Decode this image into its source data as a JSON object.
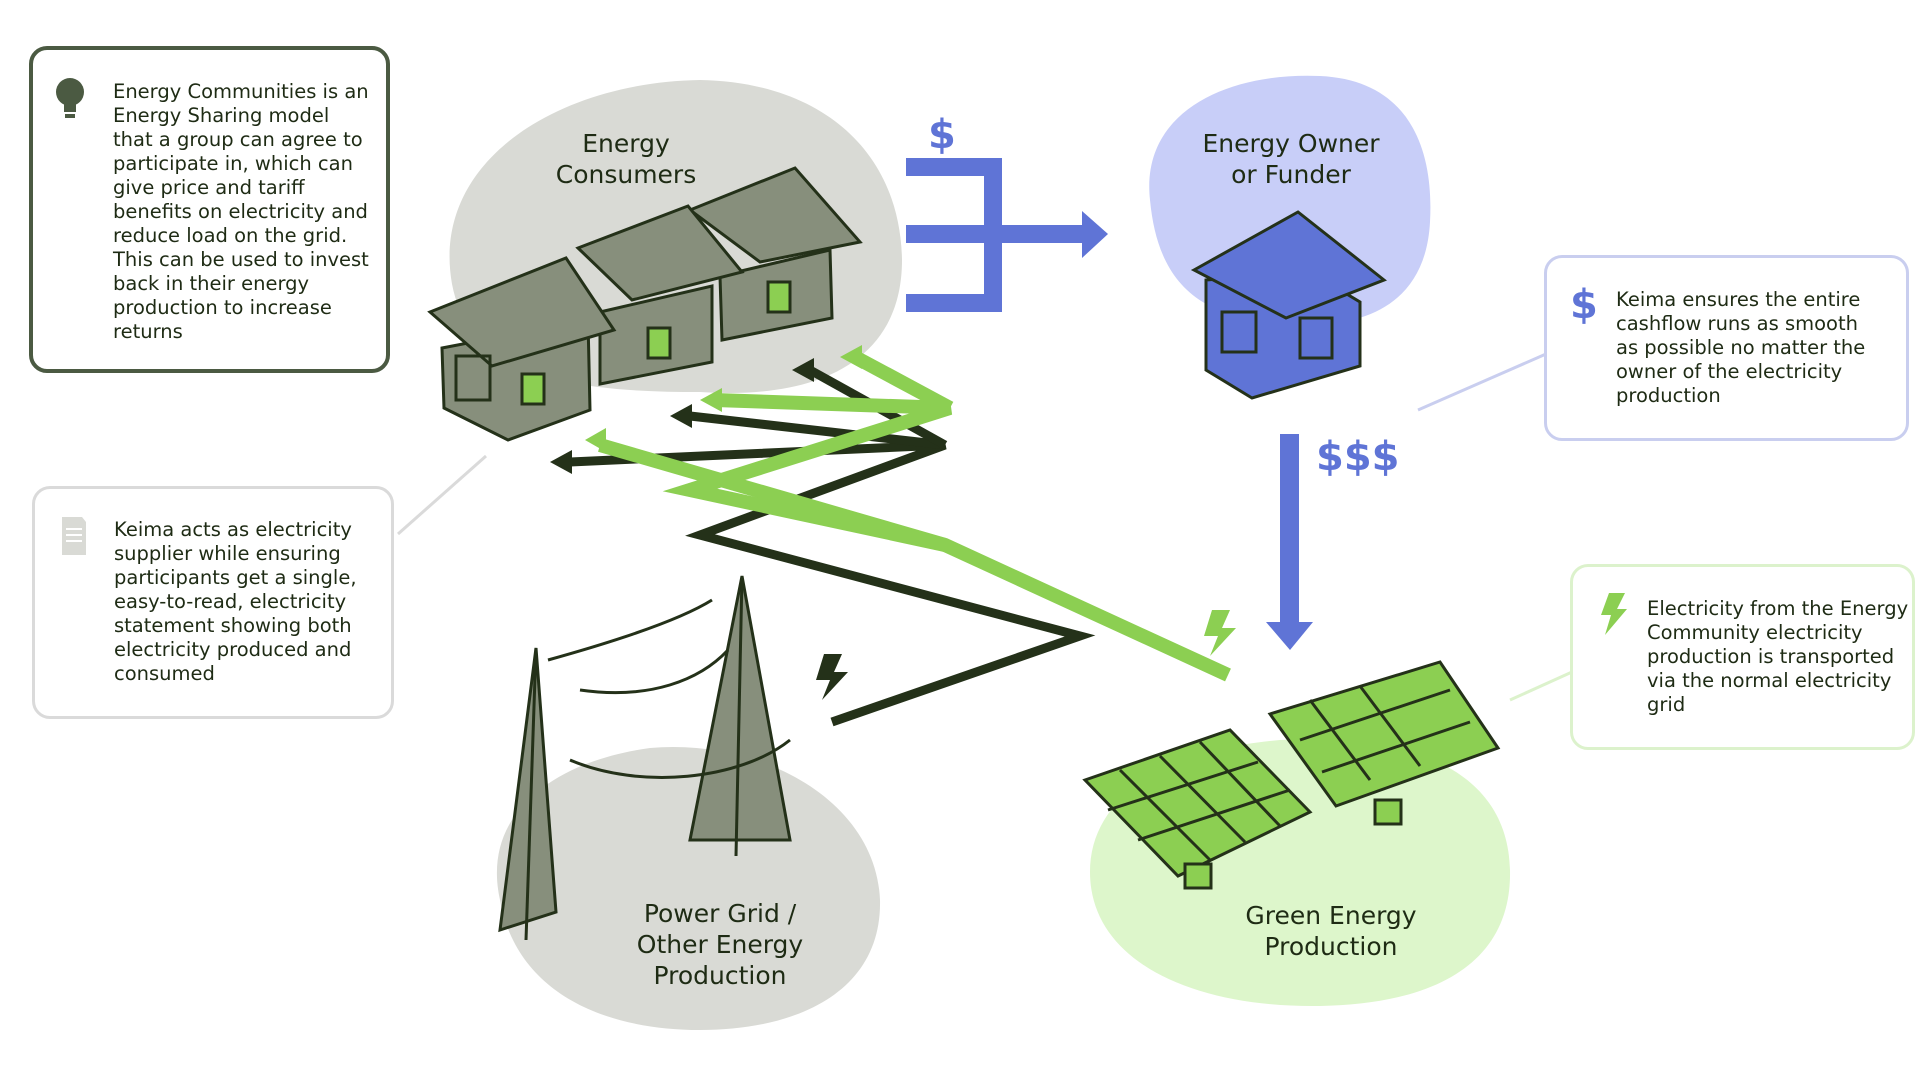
{
  "nodes": {
    "consumers": "Energy\nConsumers",
    "owner": "Energy Owner\nor Funder",
    "grid": "Power Grid /\nOther Energy\nProduction",
    "green": "Green Energy\nProduction"
  },
  "flows": {
    "payment_to_owner": "$",
    "payment_to_production": "$$$"
  },
  "cards": {
    "intro": {
      "icon": "lightbulb-icon",
      "text": "Energy Communities is an Energy Sharing model that a group can agree to participate in, which can give price and tariff benefits on electricity and reduce load on the grid. This can be used to invest back in their energy production to increase returns"
    },
    "statement": {
      "icon": "document-icon",
      "text": "Keima acts as electricity supplier while ensuring participants get a single, easy-to-read, electricity statement showing both electricity produced and consumed"
    },
    "cashflow": {
      "icon": "dollar-icon",
      "text": "Keima ensures the entire cashflow runs as smooth as possible no matter the owner of the electricity production"
    },
    "grid": {
      "icon": "lightning-icon",
      "text": "Electricity from the Energy Community electricity production is transported via the normal electricity grid"
    }
  },
  "colors": {
    "outline": "#243119",
    "house_fill": "#878f7c",
    "window_green": "#8ccf52",
    "money_blue": "#5f74d6",
    "owner_blob": "#c8cef8",
    "consumer_blob": "#d9dad5",
    "grid_blob": "#d9dad5",
    "green_blob": "#ddf6cb",
    "power_dark": "#243119",
    "power_green": "#8ccf52",
    "card_intro_border": "#4b5a42",
    "card_statement_border": "#dadada",
    "card_cashflow_border": "#c9ceef",
    "card_grid_border": "#dcf2cc"
  }
}
